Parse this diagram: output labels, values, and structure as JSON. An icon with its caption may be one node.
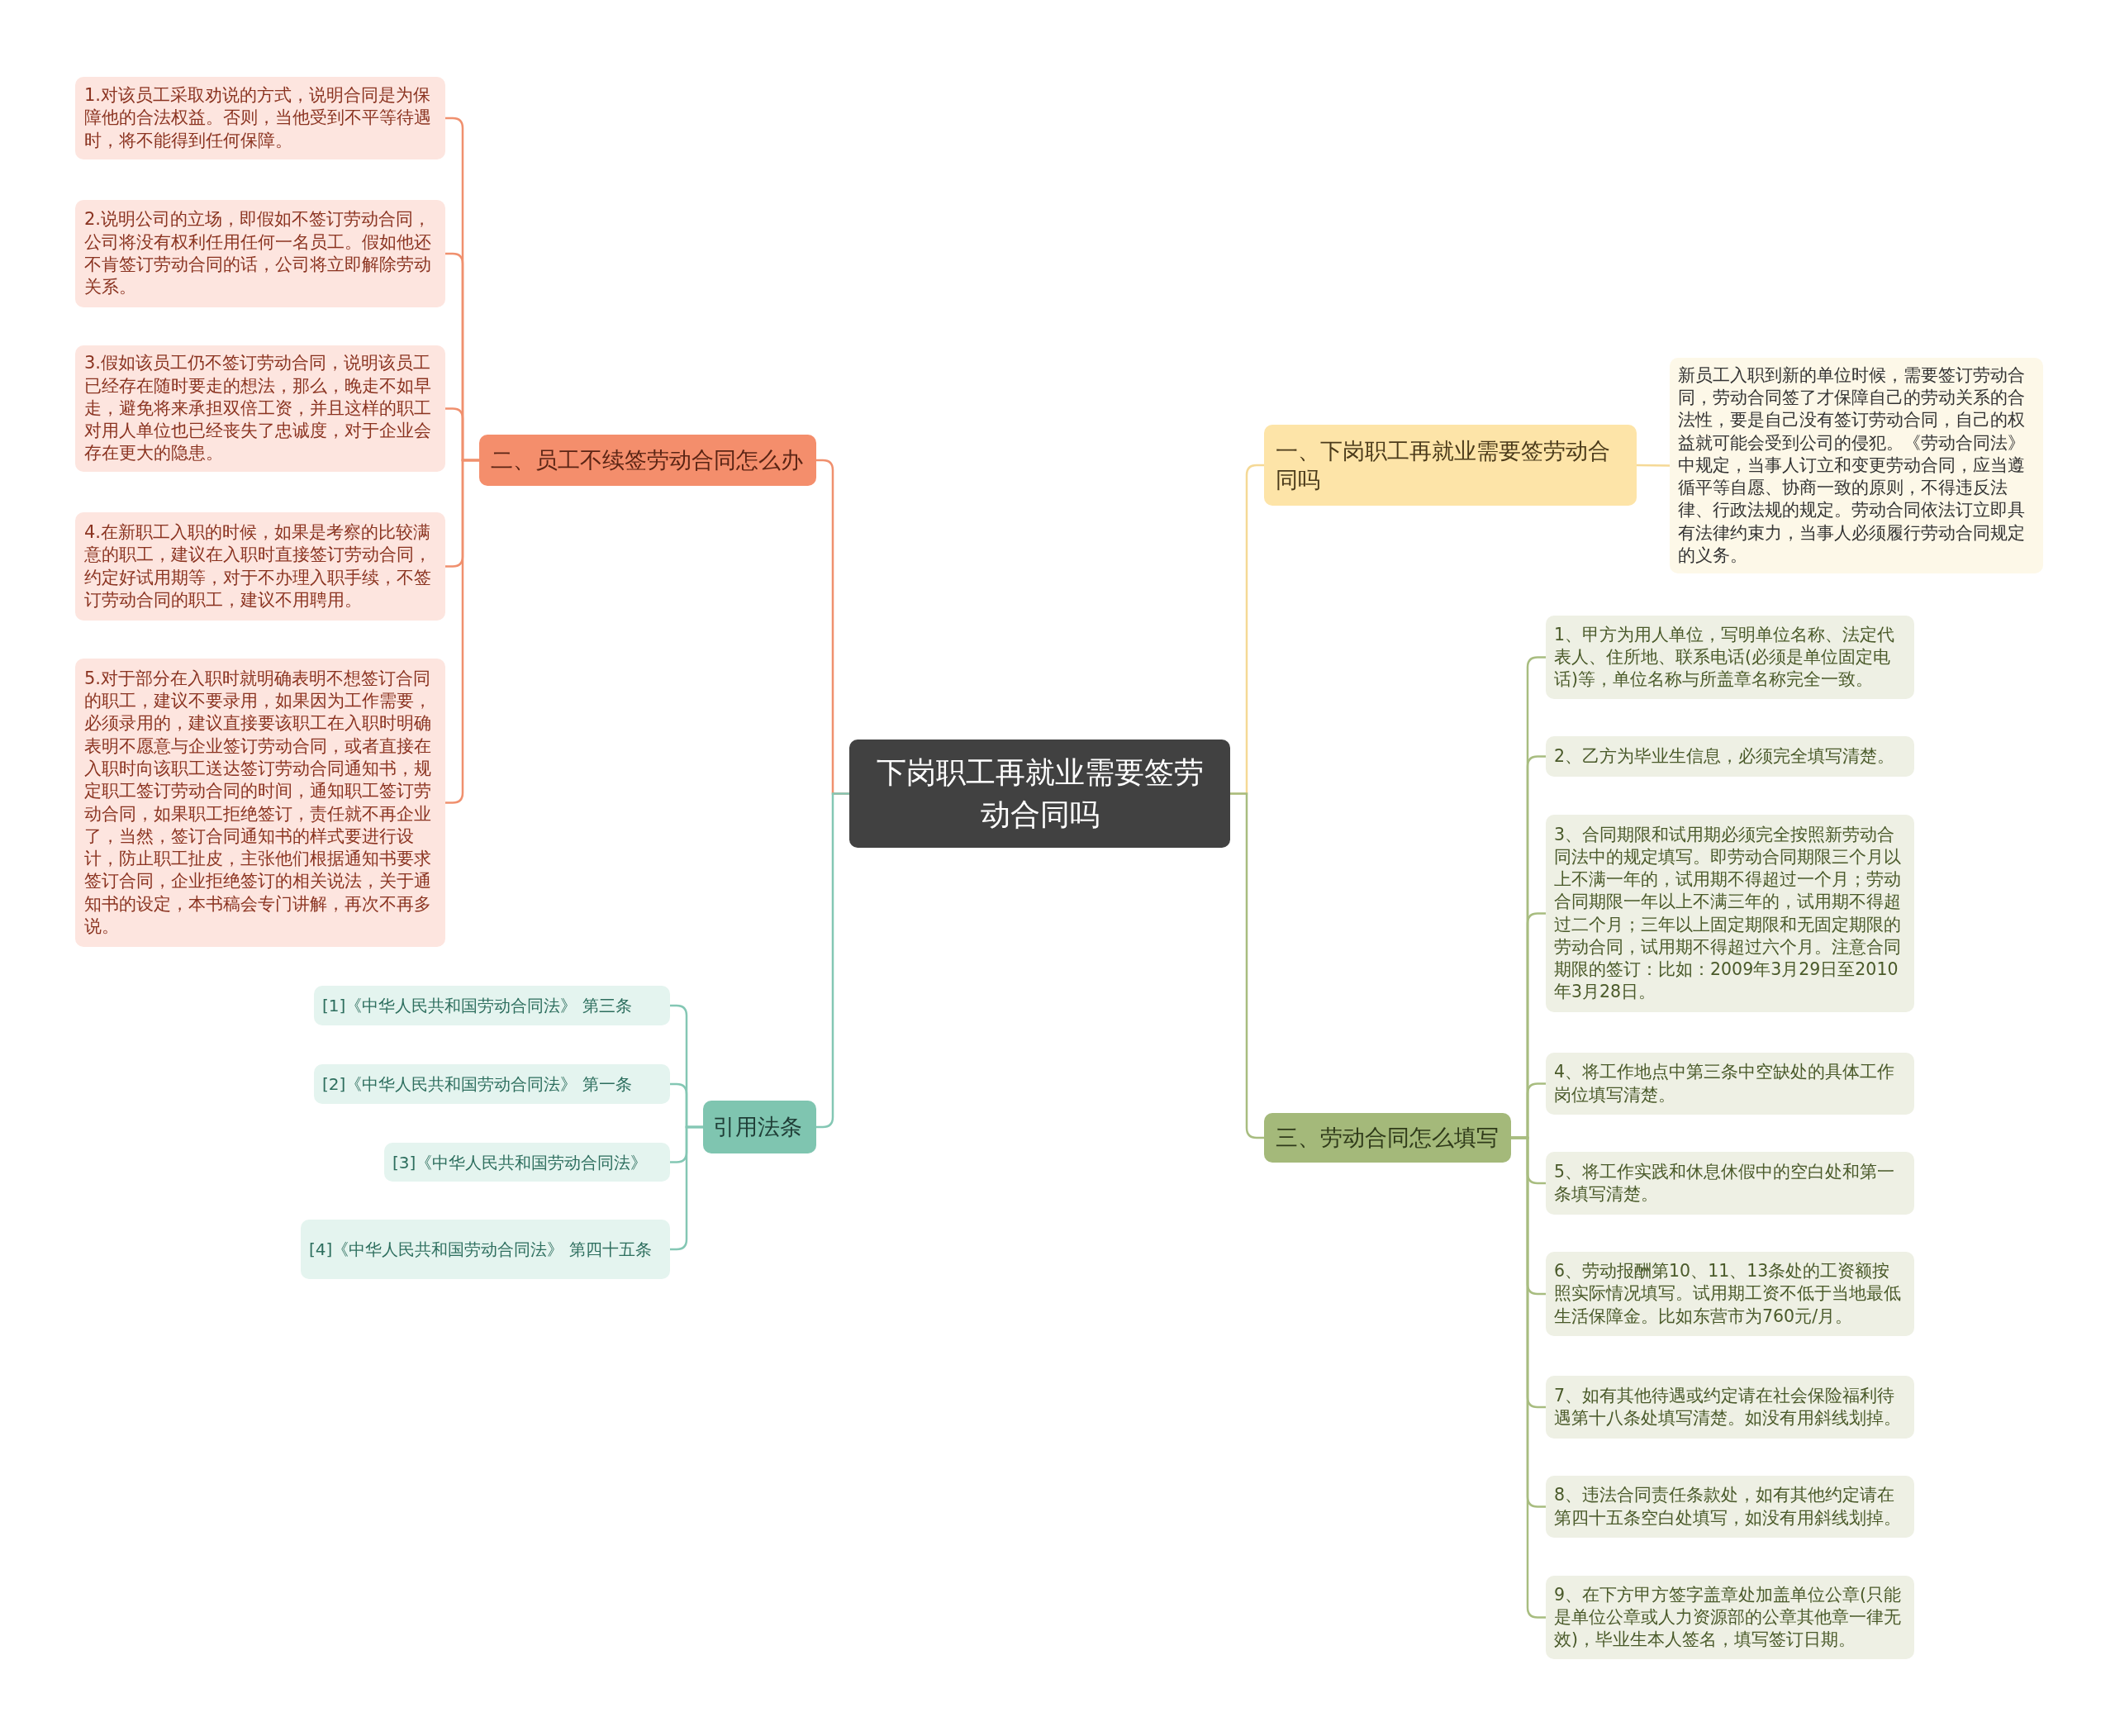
{
  "diagram": {
    "nodes": [
      {
        "text": [
          "下岗职工再就业需要签劳动合同吗"
        ]
      },
      {
        "text": [
          "二、员工不续签劳动合同怎么办"
        ]
      },
      {
        "text": [
          "1.对该员工采取劝说的方式，说明合同是为保障他的合法权益。否则，当他受到不平等待遇时，将不能得到任何保障。"
        ]
      },
      {
        "text": [
          "2.说明公司的立场，即假如不签订劳动合同，公司将没有权利任用任何一名员工。假如他还不肯签订劳动合同的话，公司将立即解除劳动关系。"
        ]
      },
      {
        "text": [
          "3.假如该员工仍不签订劳动合同，说明该员工已经存在随时要走的想法，那么，晚走不如早走，避免将来承担双倍工资，并且这样的职工对用人单位也已经丧失了忠诚度，对于企业会存在更大的隐患。"
        ]
      },
      {
        "text": [
          "4.在新职工入职的时候，如果是考察的比较满意的职工，建议在入职时直接签订劳动合同，约定好试用期等，对于不办理入职手续，不签订劳动合同的职工，建议不用聘用。"
        ]
      },
      {
        "text": [
          "5.对于部分在入职时就明确表明不想签订合同的职工，建议不要录用，如果因为工作需要，必须录用的，建议直接要该职工在入职时明确表明不愿意与企业签订劳动合同，或者直接在入职时向该职工送达签订劳动合同通知书，规定职工签订劳动合同的时间，通知职工签订劳动合同，如果职工拒绝签订，责任就不再企业了，当然，签订合同通知书的样式要进行设计，防止职工扯皮，主张他们根据通知书要求签订合同，企业拒绝签订的相关说法，关于通知书的设定，本书稿会专门讲解，再次不再多说。"
        ]
      },
      {
        "text": [
          "引用法条"
        ]
      },
      {
        "text": [
          "[1]《中华人民共和国劳动合同法》 第三条"
        ]
      },
      {
        "text": [
          "[2]《中华人民共和国劳动合同法》 第一条"
        ]
      },
      {
        "text": [
          "[3]《中华人民共和国劳动合同法》"
        ]
      },
      {
        "text": [
          "[4]《中华人民共和国劳动合同法》 第四十五条"
        ]
      },
      {
        "text": [
          "一、下岗职工再就业需要签劳动合同吗"
        ]
      },
      {
        "text": [
          "新员工入职到新的单位时候，需要签订劳动合同，劳动合同签了才保障自己的劳动关系的合法性，要是自己没有签订劳动合同，自己的权益就可能会受到公司的侵犯。《劳动合同法》中规定，当事人订立和变更劳动合同，应当遵循平等自愿、协商一致的原则，不得违反法律、行政法规的规定。劳动合同依法订立即具有法律约束力，当事人必须履行劳动合同规定的义务。"
        ]
      },
      {
        "text": [
          "三、劳动合同怎么填写"
        ]
      },
      {
        "text": [
          "1、甲方为用人单位，写明单位名称、法定代表人、住所地、联系电话(必须是单位固定电话)等，单位名称与所盖章名称完全一致。"
        ]
      },
      {
        "text": [
          "2、乙方为毕业生信息，必须完全填写清楚。"
        ]
      },
      {
        "text": [
          "3、合同期限和试用期必须完全按照新劳动合同法中的规定填写。即劳动合同期限三个月以上不满一年的，试用期不得超过一个月；劳动合同期限一年以上不满三年的，试用期不得超过二个月；三年以上固定期限和无固定期限的劳动合同，试用期不得超过六个月。注意合同期限的签订：比如：2009年3月29日至2010年3月28日。"
        ]
      },
      {
        "text": [
          "4、将工作地点中第三条中空缺处的具体工作岗位填写清楚。"
        ]
      },
      {
        "text": [
          "5、将工作实践和休息休假中的空白处和第一条填写清楚。"
        ]
      },
      {
        "text": [
          "6、劳动报酬第10、11、13条处的工资额按照实际情况填写。试用期工资不低于当地最低生活保障金。比如东营市为760元/月。"
        ]
      },
      {
        "text": [
          "7、如有其他待遇或约定请在社会保险福利待遇第十八条处填写清楚。如没有用斜线划掉。"
        ]
      },
      {
        "text": [
          "8、违法合同责任条款处，如有其他约定请在第四十五条空白处填写，如没有用斜线划掉。"
        ]
      },
      {
        "text": [
          "9、在下方甲方签字盖章处加盖单位公章(只能是单位公章或人力资源部的公章其他章一律无效)，毕业生本人签名，填写签订日期。"
        ]
      }
    ],
    "edges": [
      {
        "from": 0,
        "to": 1,
        "arrow": "none"
      },
      {
        "from": 1,
        "to": 2,
        "arrow": "none"
      },
      {
        "from": 1,
        "to": 3,
        "arrow": "none"
      },
      {
        "from": 1,
        "to": 4,
        "arrow": "none"
      },
      {
        "from": 1,
        "to": 5,
        "arrow": "none"
      },
      {
        "from": 1,
        "to": 6,
        "arrow": "none"
      },
      {
        "from": 0,
        "to": 7,
        "arrow": "none"
      },
      {
        "from": 7,
        "to": 8,
        "arrow": "none"
      },
      {
        "from": 7,
        "to": 9,
        "arrow": "none"
      },
      {
        "from": 7,
        "to": 10,
        "arrow": "none"
      },
      {
        "from": 7,
        "to": 11,
        "arrow": "none"
      },
      {
        "from": 0,
        "to": 12,
        "arrow": "none"
      },
      {
        "from": 12,
        "to": 13,
        "arrow": "none"
      },
      {
        "from": 0,
        "to": 14,
        "arrow": "none"
      },
      {
        "from": 14,
        "to": 15,
        "arrow": "none"
      },
      {
        "from": 14,
        "to": 16,
        "arrow": "none"
      },
      {
        "from": 14,
        "to": 17,
        "arrow": "none"
      },
      {
        "from": 14,
        "to": 18,
        "arrow": "none"
      },
      {
        "from": 14,
        "to": 19,
        "arrow": "none"
      },
      {
        "from": 14,
        "to": 20,
        "arrow": "none"
      },
      {
        "from": 14,
        "to": 21,
        "arrow": "none"
      },
      {
        "from": 14,
        "to": 22,
        "arrow": "none"
      },
      {
        "from": 14,
        "to": 23,
        "arrow": "none"
      }
    ]
  }
}
